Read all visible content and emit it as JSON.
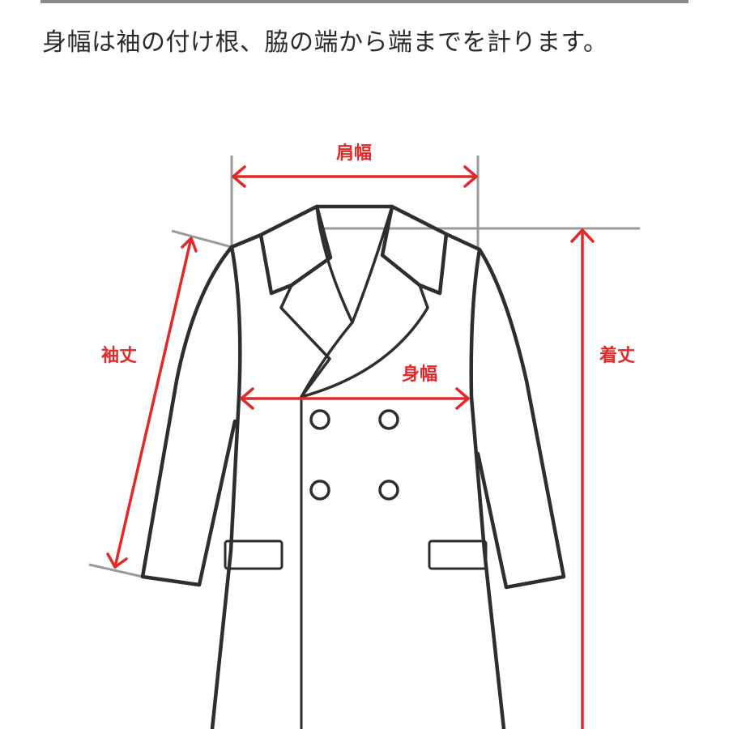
{
  "description": {
    "text": "身幅は袖の付け根、脇の端から端までを計ります。"
  },
  "diagram": {
    "subject": "coat",
    "labels": {
      "shoulder_width": "肩幅",
      "body_width": "身幅",
      "sleeve_length": "袖丈",
      "total_length": "着丈"
    },
    "colors": {
      "measure_line": "#e02a2a",
      "guide_line": "#9a9a9a",
      "outline": "#2e2e2e",
      "top_rule": "#8a8a8a"
    },
    "buttons": 4,
    "pockets": 2
  }
}
